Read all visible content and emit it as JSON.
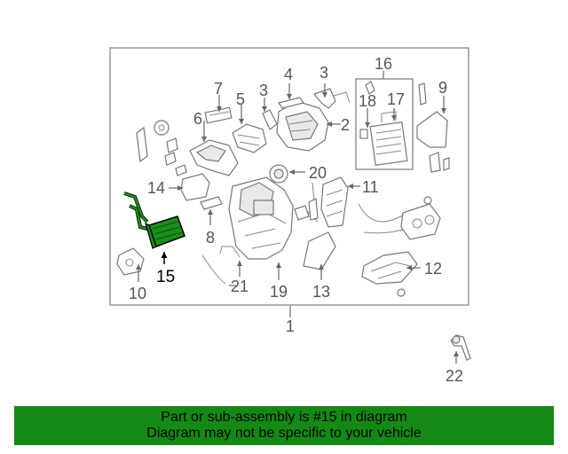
{
  "callouts": {
    "c1": "1",
    "c2": "2",
    "c3a": "3",
    "c3b": "3",
    "c4": "4",
    "c5": "5",
    "c6": "6",
    "c7": "7",
    "c8": "8",
    "c9": "9",
    "c10": "10",
    "c11": "11",
    "c12": "12",
    "c13": "13",
    "c14": "14",
    "c15": "15",
    "c16": "16",
    "c17": "17",
    "c18": "18",
    "c19": "19",
    "c20": "20",
    "c21": "21",
    "c22": "22"
  },
  "highlight": {
    "part_number": "15",
    "color": "#138a13",
    "part_fill": "#1a8f1a"
  },
  "banner": {
    "line1": "Part or sub-assembly is #15 in diagram",
    "line2": "Diagram may not be specific to your vehicle",
    "background": "#138a13"
  }
}
